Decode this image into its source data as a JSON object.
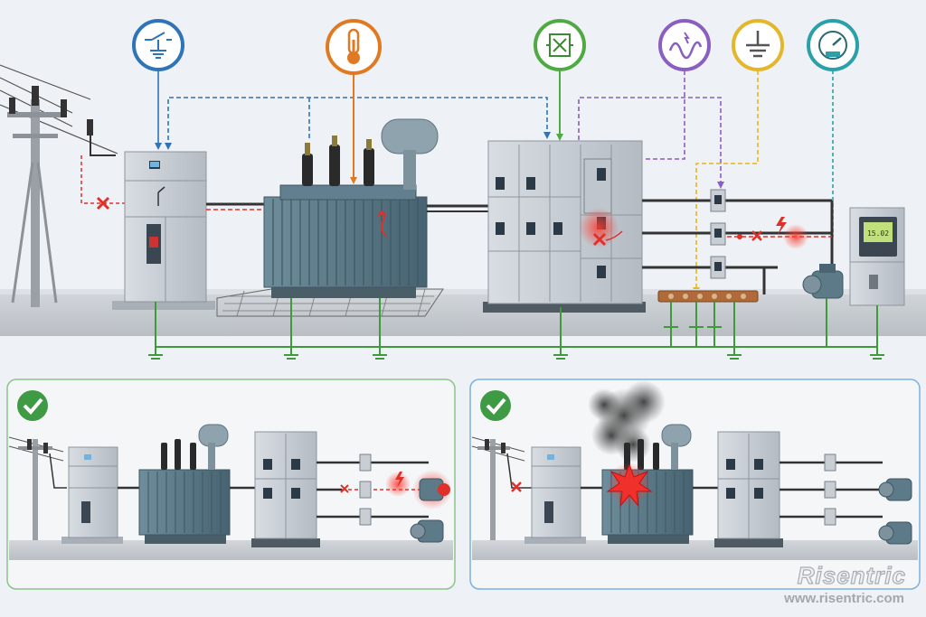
{
  "colors": {
    "background": "#eef1f5",
    "fault_red": "#e0302a",
    "ground_green": "#3f9a3c",
    "dash_blue": "#2f73b8",
    "accent_orange": "#e07a22",
    "purple": "#8a5fc0",
    "yellow": "#e4b62a",
    "teal": "#2aa0a8",
    "equipment_gray": "#c6ccd3",
    "transformer_steel": "#5f7d8c",
    "busbar_copper": "#b06a3a",
    "ok_green": "#3e9a43",
    "panel_blue_border": "#7fb0dc",
    "panel_green_border": "#8cc48a"
  },
  "top_icons": [
    {
      "name": "switch-ground-icon",
      "color": "#2f73b8"
    },
    {
      "name": "thermometer-icon",
      "color": "#e07a22"
    },
    {
      "name": "relay-cross-icon",
      "color": "#4faa44"
    },
    {
      "name": "waveform-icon",
      "color": "#8a5fc0"
    },
    {
      "name": "earth-ground-icon",
      "color": "#e4b62a"
    },
    {
      "name": "gauge-meter-icon",
      "color": "#2aa0a8"
    }
  ],
  "meter": {
    "reading": "15.02"
  },
  "left_panel": {
    "status_icon": "check-circle-icon"
  },
  "right_panel": {
    "status_icon": "check-circle-icon"
  },
  "brand": {
    "name": "Risentric",
    "url": "www.risentric.com"
  }
}
